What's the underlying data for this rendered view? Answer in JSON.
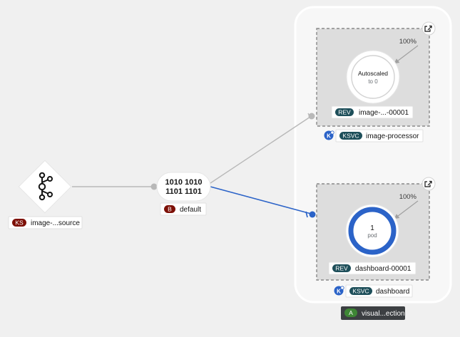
{
  "source": {
    "badge": "KS",
    "label": "image-...source",
    "icon": "kafka-icon"
  },
  "broker": {
    "badge": "B",
    "label": "default",
    "icon": "binary-icon",
    "glyph_row1": "1010 1010",
    "glyph_row2": "1101 1101"
  },
  "app_group": {
    "badge": "A",
    "label": "visual...ection"
  },
  "services": [
    {
      "badge": "KSVC",
      "label": "image-processor",
      "revision": {
        "badge": "REV",
        "label": "image-...-00001",
        "traffic": "100%"
      },
      "pod": {
        "line1": "Autoscaled",
        "line2": "to 0"
      }
    },
    {
      "badge": "KSVC",
      "label": "dashboard",
      "revision": {
        "badge": "REV",
        "label": "dashboard-00001",
        "traffic": "100%"
      },
      "pod": {
        "line1": "1",
        "line2": "pod"
      }
    }
  ],
  "colors": {
    "source_badge": "#7d1007",
    "broker_badge": "#7d1007",
    "ksvc_badge": "#1e4f5a",
    "rev_badge": "#1e4f5a",
    "app_badge": "#3e8635",
    "active_edge": "#2b63c8",
    "idle_edge": "#b8b8b8",
    "pod_ring": "#2b63c8"
  }
}
